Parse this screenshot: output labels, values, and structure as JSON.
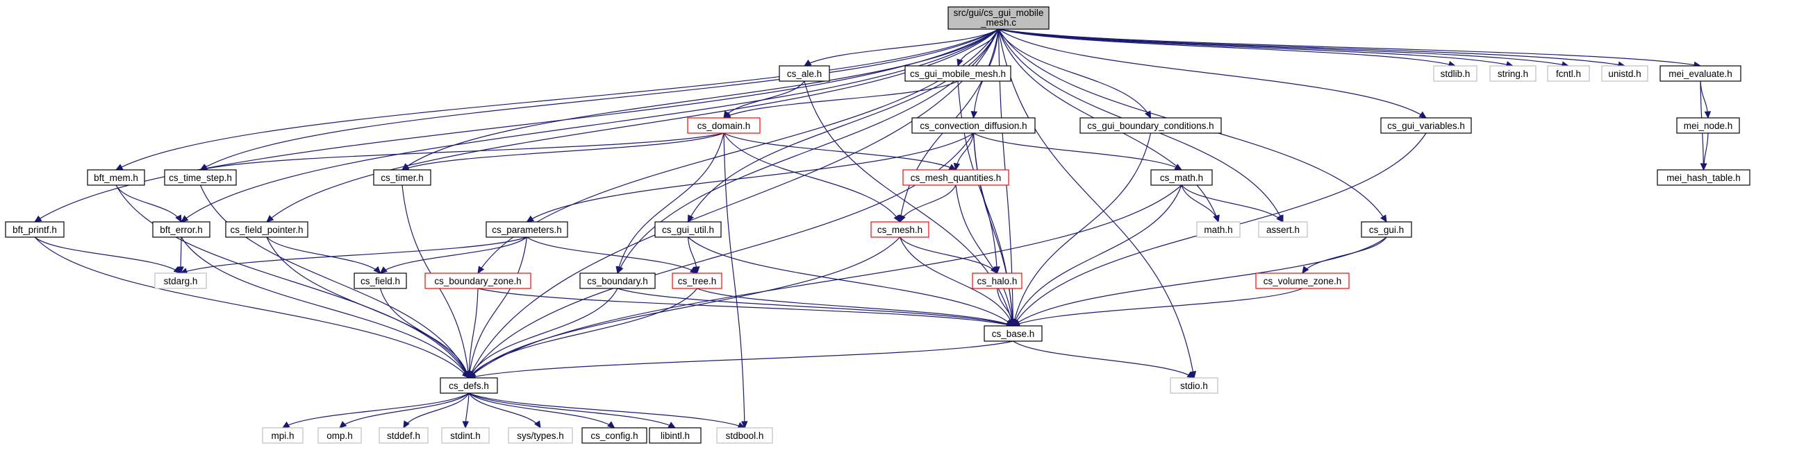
{
  "graph": {
    "root_lines": [
      "src/gui/cs_gui_mobile",
      "_mesh.c"
    ],
    "nodes": {
      "bft_printf": "bft_printf.h",
      "bft_mem": "bft_mem.h",
      "bft_error": "bft_error.h",
      "stdarg": "stdarg.h",
      "cs_time_step": "cs_time_step.h",
      "cs_field_pointer": "cs_field_pointer.h",
      "cs_timer": "cs_timer.h",
      "cs_ale": "cs_ale.h",
      "cs_gui_mobile_mesh": "cs_gui_mobile_mesh.h",
      "cs_domain": "cs_domain.h",
      "cs_convection_diffusion": "cs_convection_diffusion.h",
      "cs_gui_boundary_conditions": "cs_gui_boundary_conditions.h",
      "cs_gui_variables": "cs_gui_variables.h",
      "stdlib": "stdlib.h",
      "string": "string.h",
      "fcntl": "fcntl.h",
      "unistd": "unistd.h",
      "mei_evaluate": "mei_evaluate.h",
      "mei_node": "mei_node.h",
      "mei_hash_table": "mei_hash_table.h",
      "cs_mesh_quantities": "cs_mesh_quantities.h",
      "cs_math": "cs_math.h",
      "math": "math.h",
      "assert": "assert.h",
      "cs_gui": "cs_gui.h",
      "cs_parameters": "cs_parameters.h",
      "cs_gui_util": "cs_gui_util.h",
      "cs_mesh": "cs_mesh.h",
      "cs_field": "cs_field.h",
      "cs_boundary_zone": "cs_boundary_zone.h",
      "cs_boundary": "cs_boundary.h",
      "cs_tree": "cs_tree.h",
      "cs_halo": "cs_halo.h",
      "cs_volume_zone": "cs_volume_zone.h",
      "cs_base": "cs_base.h",
      "cs_defs": "cs_defs.h",
      "stdio": "stdio.h",
      "mpi": "mpi.h",
      "omp": "omp.h",
      "stddef": "stddef.h",
      "stdint": "stdint.h",
      "sys_types": "sys/types.h",
      "cs_config": "cs_config.h",
      "libintl": "libintl.h",
      "stdbool": "stdbool.h"
    },
    "edges": [
      [
        "root",
        "bft_printf"
      ],
      [
        "root",
        "bft_mem"
      ],
      [
        "root",
        "cs_time_step"
      ],
      [
        "root",
        "bft_error"
      ],
      [
        "root",
        "cs_field_pointer"
      ],
      [
        "root",
        "cs_defs"
      ],
      [
        "root",
        "cs_timer"
      ],
      [
        "root",
        "cs_boundary_zone"
      ],
      [
        "root",
        "cs_boundary"
      ],
      [
        "root",
        "cs_gui_util"
      ],
      [
        "root",
        "cs_ale"
      ],
      [
        "root",
        "cs_gui_mobile_mesh"
      ],
      [
        "root",
        "cs_mesh"
      ],
      [
        "root",
        "cs_convection_diffusion"
      ],
      [
        "root",
        "cs_gui_boundary_conditions"
      ],
      [
        "root",
        "math"
      ],
      [
        "root",
        "assert"
      ],
      [
        "root",
        "cs_base"
      ],
      [
        "root",
        "cs_gui_variables"
      ],
      [
        "root",
        "cs_gui"
      ],
      [
        "root",
        "stdio"
      ],
      [
        "root",
        "stdlib"
      ],
      [
        "root",
        "string"
      ],
      [
        "root",
        "fcntl"
      ],
      [
        "root",
        "unistd"
      ],
      [
        "root",
        "mei_evaluate"
      ],
      [
        "bft_printf",
        "stdarg"
      ],
      [
        "bft_printf",
        "cs_defs"
      ],
      [
        "bft_mem",
        "bft_error"
      ],
      [
        "bft_mem",
        "cs_defs"
      ],
      [
        "bft_error",
        "stdarg"
      ],
      [
        "bft_error",
        "cs_defs"
      ],
      [
        "cs_time_step",
        "cs_defs"
      ],
      [
        "cs_field_pointer",
        "cs_field"
      ],
      [
        "cs_field_pointer",
        "cs_defs"
      ],
      [
        "cs_timer",
        "cs_defs"
      ],
      [
        "cs_ale",
        "cs_domain"
      ],
      [
        "cs_ale",
        "cs_base"
      ],
      [
        "cs_gui_mobile_mesh",
        "cs_domain"
      ],
      [
        "cs_gui_mobile_mesh",
        "cs_base"
      ],
      [
        "cs_domain",
        "cs_time_step"
      ],
      [
        "cs_domain",
        "cs_timer"
      ],
      [
        "cs_domain",
        "cs_mesh_quantities"
      ],
      [
        "cs_domain",
        "cs_mesh"
      ],
      [
        "cs_domain",
        "cs_boundary"
      ],
      [
        "cs_domain",
        "stdbool"
      ],
      [
        "cs_convection_diffusion",
        "cs_parameters"
      ],
      [
        "cs_convection_diffusion",
        "cs_mesh_quantities"
      ],
      [
        "cs_convection_diffusion",
        "cs_halo"
      ],
      [
        "cs_convection_diffusion",
        "cs_math"
      ],
      [
        "cs_convection_diffusion",
        "cs_base"
      ],
      [
        "cs_convection_diffusion",
        "cs_defs"
      ],
      [
        "cs_gui_boundary_conditions",
        "cs_base"
      ],
      [
        "cs_gui_variables",
        "cs_base"
      ],
      [
        "mei_evaluate",
        "mei_node"
      ],
      [
        "mei_evaluate",
        "mei_hash_table"
      ],
      [
        "mei_node",
        "mei_hash_table"
      ],
      [
        "cs_mesh_quantities",
        "cs_mesh"
      ],
      [
        "cs_mesh_quantities",
        "cs_base"
      ],
      [
        "cs_math",
        "math"
      ],
      [
        "cs_math",
        "assert"
      ],
      [
        "cs_math",
        "cs_base"
      ],
      [
        "cs_math",
        "cs_defs"
      ],
      [
        "cs_gui",
        "cs_volume_zone"
      ],
      [
        "cs_gui",
        "cs_base"
      ],
      [
        "cs_parameters",
        "stdarg"
      ],
      [
        "cs_parameters",
        "cs_field"
      ],
      [
        "cs_parameters",
        "cs_tree"
      ],
      [
        "cs_parameters",
        "cs_defs"
      ],
      [
        "cs_gui_util",
        "cs_tree"
      ],
      [
        "cs_gui_util",
        "cs_base"
      ],
      [
        "cs_mesh",
        "cs_halo"
      ],
      [
        "cs_mesh",
        "cs_base"
      ],
      [
        "cs_mesh",
        "cs_defs"
      ],
      [
        "cs_field",
        "cs_defs"
      ],
      [
        "cs_boundary_zone",
        "cs_base"
      ],
      [
        "cs_boundary_zone",
        "cs_defs"
      ],
      [
        "cs_boundary",
        "cs_base"
      ],
      [
        "cs_boundary",
        "cs_defs"
      ],
      [
        "cs_tree",
        "cs_base"
      ],
      [
        "cs_tree",
        "cs_defs"
      ],
      [
        "cs_halo",
        "cs_base"
      ],
      [
        "cs_volume_zone",
        "cs_base"
      ],
      [
        "cs_base",
        "cs_defs"
      ],
      [
        "cs_base",
        "stdio"
      ],
      [
        "cs_defs",
        "mpi"
      ],
      [
        "cs_defs",
        "omp"
      ],
      [
        "cs_defs",
        "stddef"
      ],
      [
        "cs_defs",
        "stdint"
      ],
      [
        "cs_defs",
        "sys_types"
      ],
      [
        "cs_defs",
        "cs_config"
      ],
      [
        "cs_defs",
        "libintl"
      ],
      [
        "cs_defs",
        "stdbool"
      ]
    ],
    "colors": {
      "edge": "#191970",
      "root_fill": "#bfbfbf",
      "node_border": "#000000",
      "incomplete_border": "#ff0000",
      "system_border": "#bfbfbf"
    }
  }
}
